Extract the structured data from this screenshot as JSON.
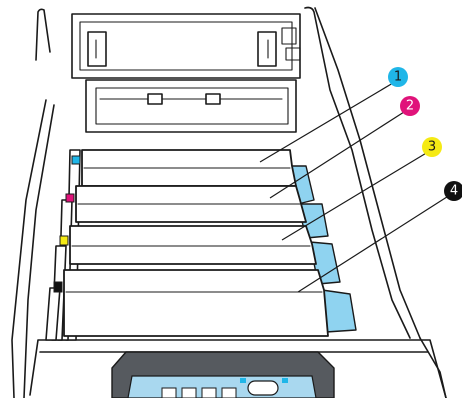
{
  "callouts": [
    {
      "label": "1",
      "color": "#1fb6e8",
      "text_color": "#1a1a1a"
    },
    {
      "label": "2",
      "color": "#e0137a",
      "text_color": "#ffffff"
    },
    {
      "label": "3",
      "color": "#f5ea14",
      "text_color": "#1a1a1a"
    },
    {
      "label": "4",
      "color": "#111111",
      "text_color": "#ffffff"
    }
  ],
  "colors": {
    "blue_tab": "#8fd3f0",
    "panel_blue": "#a9d8ef",
    "panel_dark": "#565a5f",
    "cyan": "#1fb6e8",
    "magenta": "#e0137a",
    "yellow": "#f5ea14",
    "black": "#111111"
  }
}
